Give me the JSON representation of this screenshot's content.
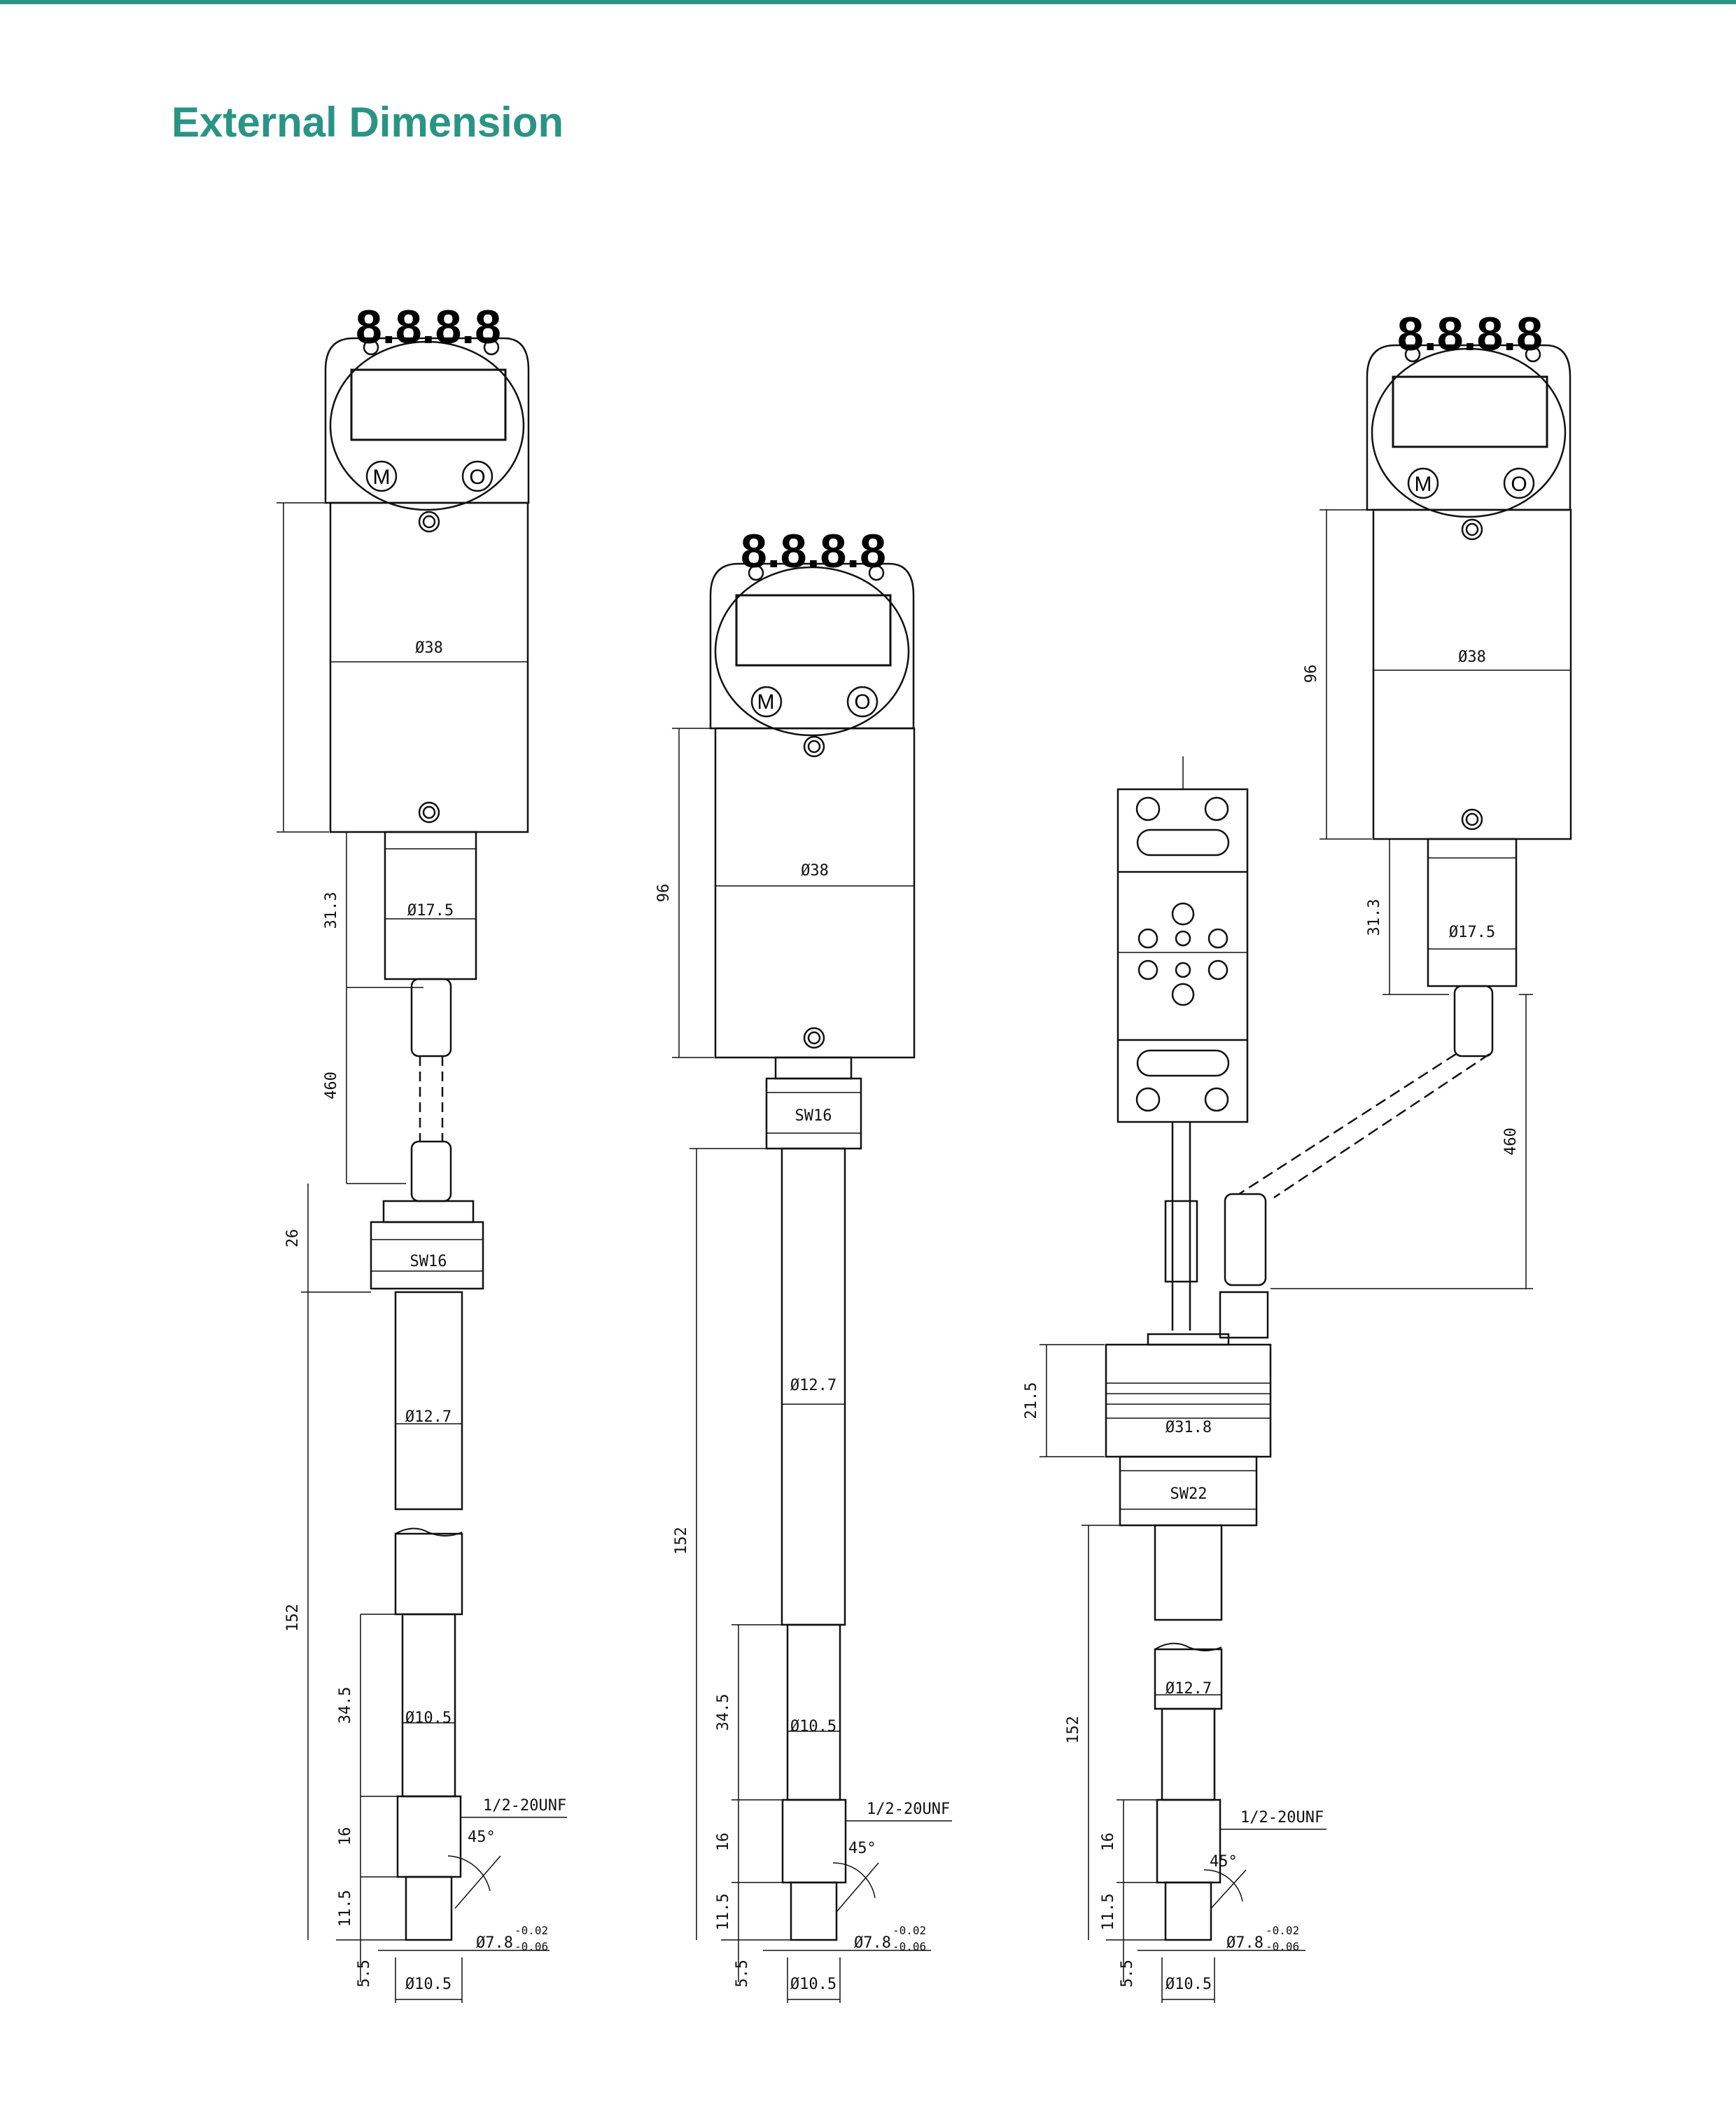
{
  "page": {
    "title": "External Dimension",
    "accent_color": "#2a9484"
  },
  "display_text": "8.8.8.8",
  "button_labels": {
    "mode": "M",
    "ok": "O"
  },
  "drawings": [
    {
      "id": "remote-cable",
      "dimensions": {
        "body_diameter": "Ø38",
        "connector_diameter": "Ø17.5",
        "connector_height": "31.3",
        "cable_length": "460",
        "hex_height": "26",
        "hex_size": "SW16",
        "probe_diameter": "Ø12.7",
        "probe_length": "152",
        "tip_length": "34.5",
        "tip_diameter": "Ø10.5",
        "thread_length": "16",
        "thread": "1/2-20UNF",
        "chamfer_angle": "45°",
        "shoulder_length": "11.5",
        "nose_length": "5.5",
        "nose_diameter": "Ø7.8",
        "tolerance_upper": "-0.02",
        "tolerance_lower": "-0.06",
        "base_diameter": "Ø10.5"
      }
    },
    {
      "id": "direct-mount",
      "dimensions": {
        "body_height": "96",
        "body_diameter": "Ø38",
        "hex_size": "SW16",
        "probe_diameter": "Ø12.7",
        "probe_length": "152",
        "tip_length": "34.5",
        "tip_diameter": "Ø10.5",
        "thread_length": "16",
        "thread": "1/2-20UNF",
        "chamfer_angle": "45°",
        "shoulder_length": "11.5",
        "nose_length": "5.5",
        "nose_diameter": "Ø7.8",
        "tolerance_upper": "-0.02",
        "tolerance_lower": "-0.06",
        "base_diameter": "Ø10.5"
      }
    },
    {
      "id": "remote-bracket",
      "dimensions": {
        "body_height": "96",
        "body_diameter": "Ø38",
        "connector_height": "31.3",
        "connector_diameter": "Ø17.5",
        "cable_length": "460",
        "housing_height": "21.5",
        "housing_diameter": "Ø31.8",
        "hex_size": "SW22",
        "probe_diameter": "Ø12.7",
        "probe_length": "152",
        "thread_length": "16",
        "thread": "1/2-20UNF",
        "chamfer_angle": "45°",
        "shoulder_length": "11.5",
        "nose_length": "5.5",
        "nose_diameter": "Ø7.8",
        "tolerance_upper": "-0.02",
        "tolerance_lower": "-0.06",
        "base_diameter": "Ø10.5"
      }
    }
  ]
}
